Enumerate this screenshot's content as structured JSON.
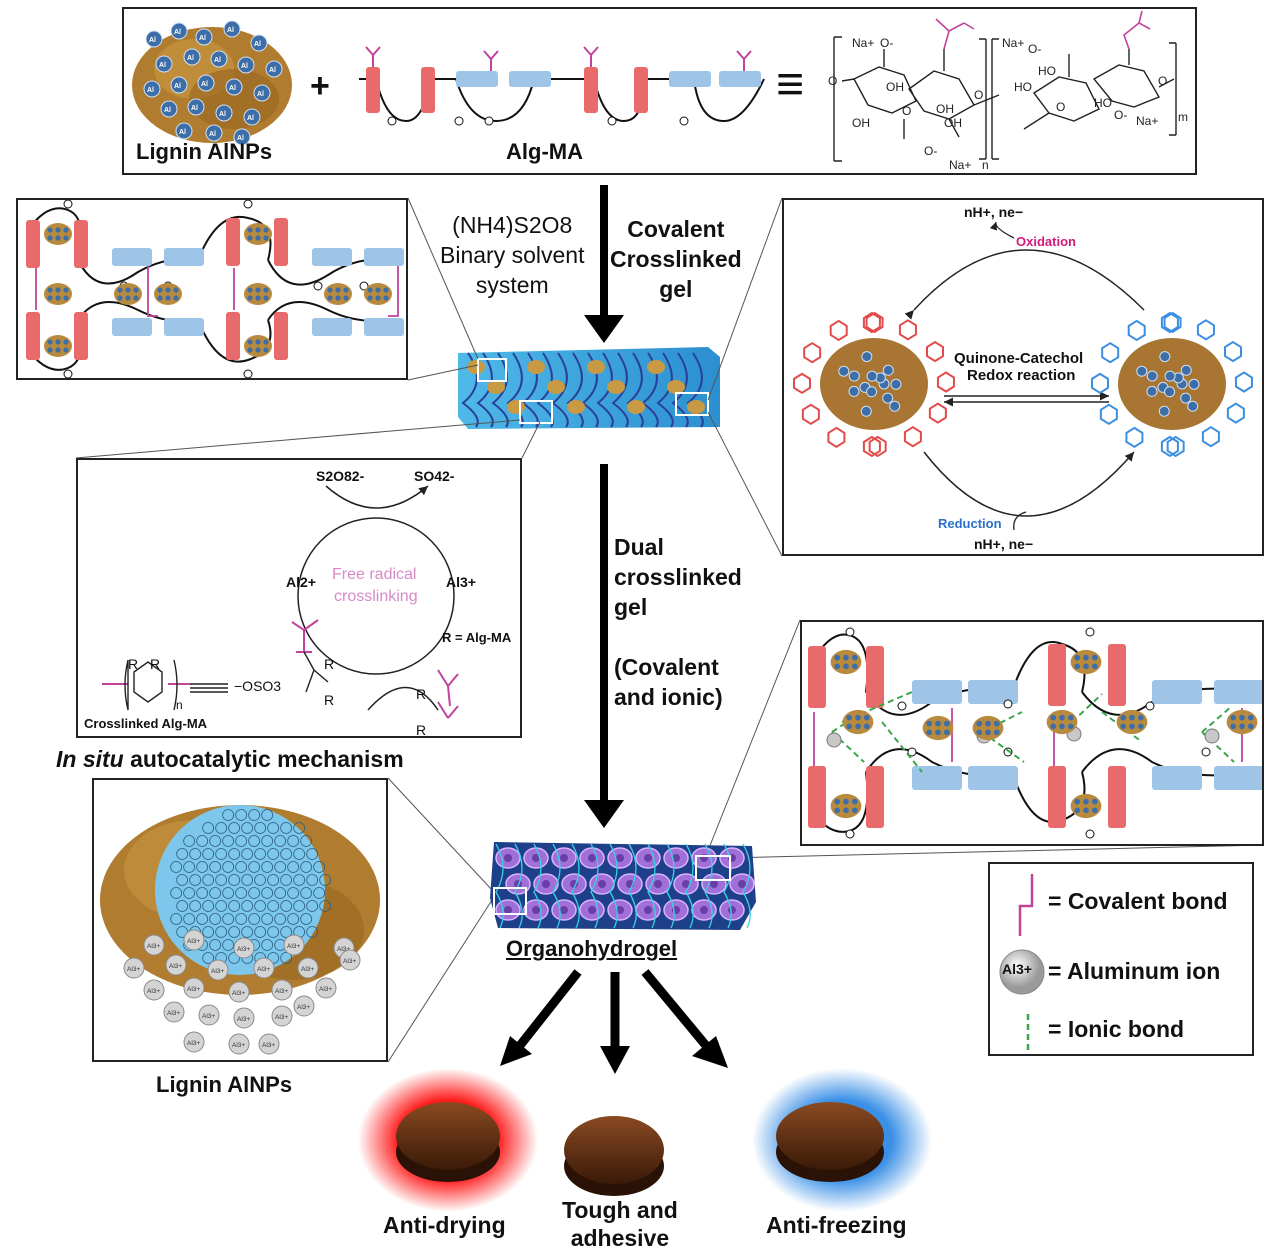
{
  "top": {
    "lignin_label": "Lignin AlNPs",
    "algma_label": "Alg-MA",
    "plus": "+",
    "equiv": "≡",
    "particle_letters": "Al",
    "chem": {
      "na1": "Na+",
      "o1": "O-",
      "oh1": "OH",
      "oh2": "OH",
      "oh3": "OH",
      "oh4": "OH",
      "o_neg": "O-",
      "na2": "Na+",
      "na3": "Na+",
      "o2": "O-",
      "o3": "O",
      "ho1": "HO",
      "ho2": "HO",
      "ho3": "HO",
      "o4": "O-",
      "na4": "Na+",
      "n": "n",
      "m": "m",
      "o5": "O",
      "o6": "O",
      "o7": "O",
      "o8": "O",
      "o9": "O"
    }
  },
  "reagent": {
    "line1": "(NH4)S2O8",
    "line2": "Binary solvent",
    "line3": "system"
  },
  "covalent": {
    "line1": "Covalent",
    "line2": "Crosslinked",
    "line3": "gel"
  },
  "redox": {
    "top": "nH+, ne−",
    "oxidation": "Oxidation",
    "center1": "Quinone-Catechol",
    "center2": "Redox reaction",
    "reduction": "Reduction",
    "bottom": "nH+, ne−"
  },
  "mechanism": {
    "s2o8": "S2O82-",
    "so4": "SO42-",
    "al2": "Al2+",
    "al3": "Al3+",
    "free1": "Free radical",
    "free2": "crosslinking",
    "r_eq": "R = Alg-MA",
    "oso3": "−OSO3",
    "crosslinked": "Crosslinked Alg-MA",
    "r": "R",
    "n": "n",
    "caption_italic": "In situ",
    "caption_rest": " autocatalytic mechanism"
  },
  "dual": {
    "line1": "Dual",
    "line2": "crosslinked",
    "line3": "gel",
    "line4": "(Covalent",
    "line5": "and ionic)"
  },
  "organohydrogel": "Organohydrogel",
  "nanoparticle": {
    "label": "Lignin AlNPs",
    "ion": "Al3+"
  },
  "legend": {
    "covalent": "= Covalent bond",
    "aluminum": "= Aluminum ion",
    "ionic": "= Ionic bond",
    "ion_symbol": "Al3+"
  },
  "outcomes": {
    "drying": "Anti-drying",
    "tough1": "Tough and",
    "tough2": "adhesive",
    "freezing": "Anti-freezing"
  },
  "colors": {
    "red_seg": "#e96a6a",
    "blue_seg": "#9ec4e8",
    "magenta": "#c0449c",
    "green": "#3aa64a",
    "lignin": "#b88a3e",
    "al_blue": "#3e6ea8",
    "glow_red": "#ff1a1a",
    "glow_blue": "#3a8fe6"
  }
}
